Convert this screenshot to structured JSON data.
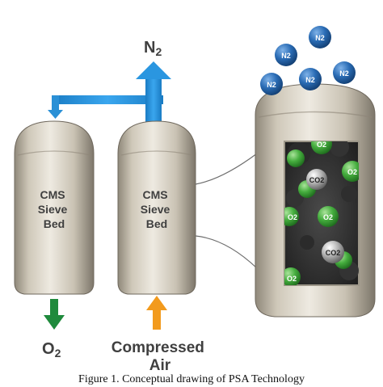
{
  "nitrogen_output": {
    "symbol": "N",
    "subscript": "2"
  },
  "oxygen_output": {
    "symbol": "O",
    "subscript": "2"
  },
  "compressed_air": {
    "line1": "Compressed",
    "line2": "Air"
  },
  "sieve_bed_left": {
    "line1": "CMS",
    "line2": "Sieve",
    "line3": "Bed"
  },
  "sieve_bed_right": {
    "line1": "CMS",
    "line2": "Sieve",
    "line3": "Bed"
  },
  "molecules": {
    "n2": "N2",
    "o2": "O2",
    "co2": "CO2"
  },
  "caption": "Figure 1. Conceptual drawing of PSA Technology",
  "colors": {
    "nitrogen_arrow": "#1f8fd8",
    "oxygen_arrow": "#1f8a3c",
    "air_arrow": "#f29a1d",
    "vessel": "#d9d3c6",
    "n2_molecule": "#1c5fa6",
    "o2_molecule": "#3aa63a",
    "co2_molecule": "#9a9a9a"
  }
}
